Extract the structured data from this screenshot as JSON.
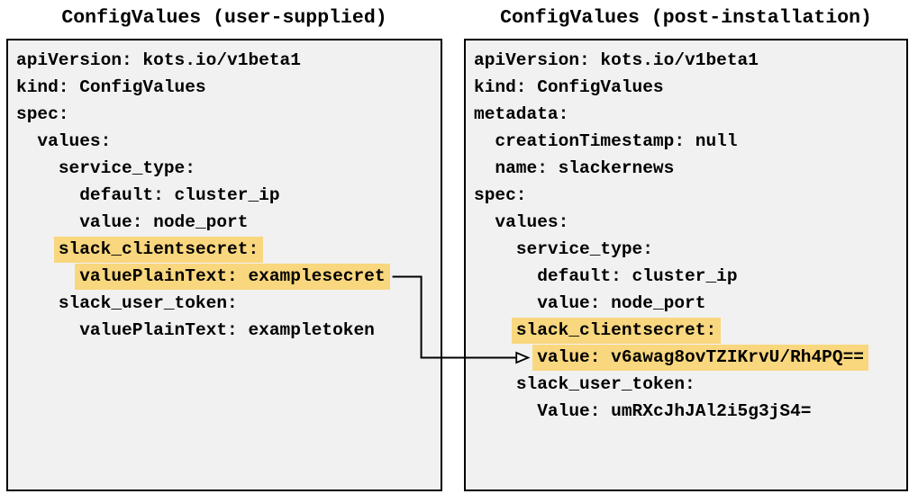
{
  "colors": {
    "highlight": "#F9D77E",
    "panel_background": "#F1F1F1",
    "border": "#000000",
    "text": "#000000",
    "arrow": "#000000",
    "arrowhead_fill": "#FFFFFF",
    "page_background": "#FFFFFF"
  },
  "left_panel": {
    "title": "ConfigValues (user-supplied)",
    "lines": [
      {
        "indent": 0,
        "text": "apiVersion: kots.io/v1beta1",
        "highlight": false
      },
      {
        "indent": 0,
        "text": "kind: ConfigValues",
        "highlight": false
      },
      {
        "indent": 0,
        "text": "spec:",
        "highlight": false
      },
      {
        "indent": 2,
        "text": "values:",
        "highlight": false
      },
      {
        "indent": 4,
        "text": "service_type:",
        "highlight": false
      },
      {
        "indent": 6,
        "text": "default: cluster_ip",
        "highlight": false
      },
      {
        "indent": 6,
        "text": "value: node_port",
        "highlight": false
      },
      {
        "indent": 4,
        "text": "slack_clientsecret:",
        "highlight": true
      },
      {
        "indent": 6,
        "text": "valuePlainText: examplesecret",
        "highlight": true
      },
      {
        "indent": 4,
        "text": "slack_user_token:",
        "highlight": false
      },
      {
        "indent": 6,
        "text": "valuePlainText: exampletoken",
        "highlight": false
      }
    ]
  },
  "right_panel": {
    "title": "ConfigValues (post-installation)",
    "lines": [
      {
        "indent": 0,
        "text": "apiVersion: kots.io/v1beta1",
        "highlight": false
      },
      {
        "indent": 0,
        "text": "kind: ConfigValues",
        "highlight": false
      },
      {
        "indent": 0,
        "text": "metadata:",
        "highlight": false
      },
      {
        "indent": 2,
        "text": "creationTimestamp: null",
        "highlight": false
      },
      {
        "indent": 2,
        "text": "name: slackernews",
        "highlight": false
      },
      {
        "indent": 0,
        "text": "spec:",
        "highlight": false
      },
      {
        "indent": 2,
        "text": "values:",
        "highlight": false
      },
      {
        "indent": 4,
        "text": "service_type:",
        "highlight": false
      },
      {
        "indent": 6,
        "text": "default: cluster_ip",
        "highlight": false
      },
      {
        "indent": 6,
        "text": "value: node_port",
        "highlight": false
      },
      {
        "indent": 4,
        "text": "slack_clientsecret:",
        "highlight": true
      },
      {
        "indent": 6,
        "text": "value: v6awag8ovTZIKrvU/Rh4PQ==",
        "highlight": true
      },
      {
        "indent": 4,
        "text": "slack_user_token:",
        "highlight": false
      },
      {
        "indent": 6,
        "text": "Value: umRXcJhJAl2i5g3jS4=",
        "highlight": false
      }
    ]
  },
  "arrow": {
    "from_panel": "left",
    "from_line": 8,
    "from_text": "valuePlainText: examplesecret",
    "to_panel": "right",
    "to_line": 11,
    "to_text": "value: v6awag8ovTZIKrvU/Rh4PQ==",
    "style": "elbow",
    "direction": "left-to-right"
  }
}
